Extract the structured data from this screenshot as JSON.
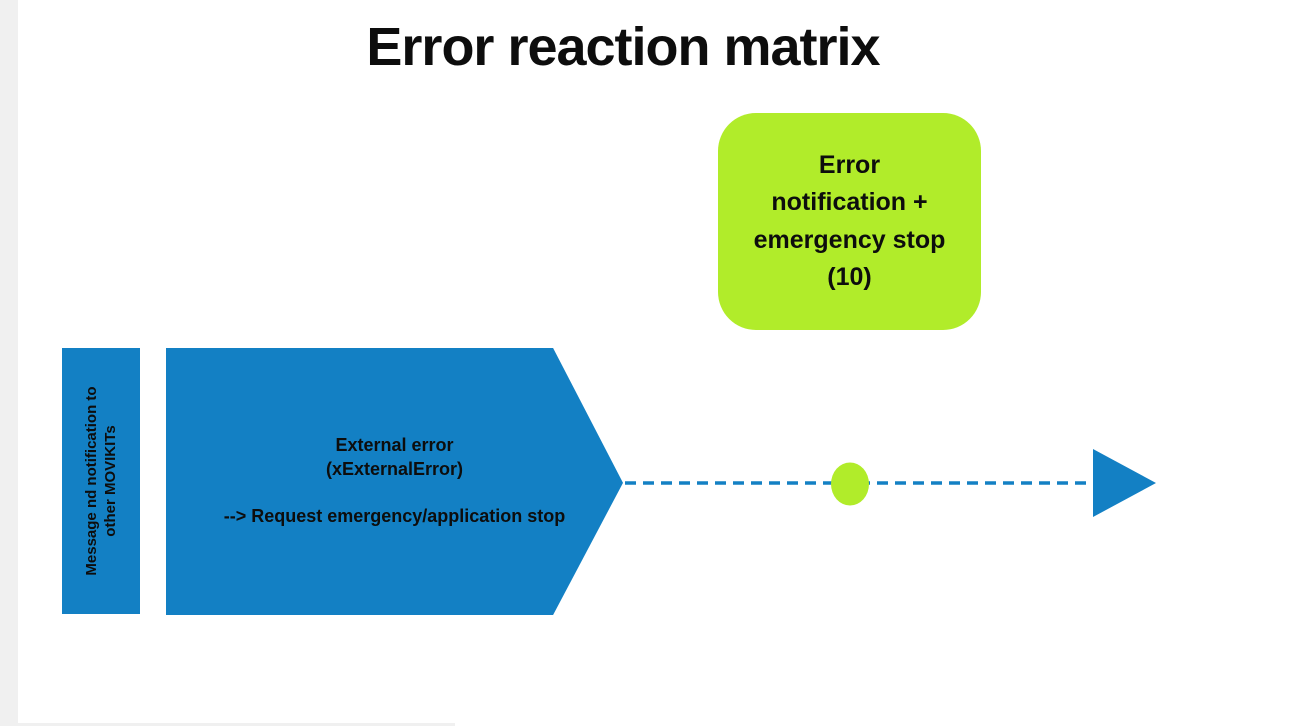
{
  "title": "Error reaction matrix",
  "colors": {
    "blue": "#1380c4",
    "green": "#b1ec2a",
    "text": "#0d0d0d",
    "gutter": "#f0f0f0"
  },
  "outcome_box": {
    "text": "Error\nnotification +\nemergency stop\n(10)"
  },
  "message_bar": {
    "text": "Message nd notification to\nother MOVIKITs"
  },
  "error_arrow": {
    "text": "External error\n(xExternalError)\n\n--> Request emergency/application stop"
  },
  "connector": {
    "line_style": "dashed",
    "dot_icon": "green-dot",
    "arrowhead_icon": "right-arrowhead"
  }
}
